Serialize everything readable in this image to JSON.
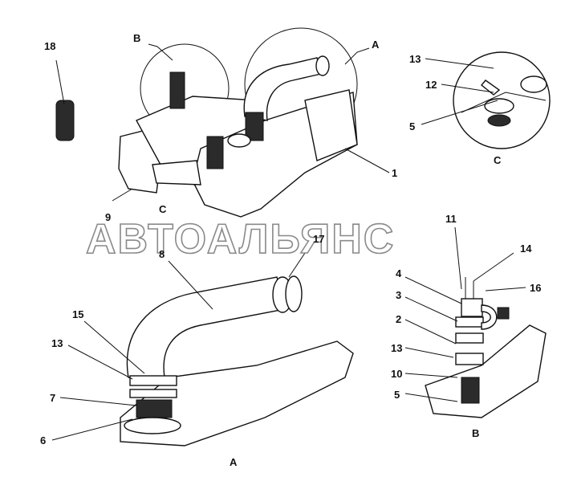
{
  "watermark": "АВТОАЛЬЯНС",
  "callouts": {
    "top_view": [
      "18",
      "9",
      "1"
    ],
    "view_c": [
      "13",
      "12",
      "5"
    ],
    "view_b": [
      "11",
      "14",
      "4",
      "16",
      "3",
      "2",
      "13",
      "10",
      "5"
    ],
    "view_a": [
      "8",
      "17",
      "15",
      "13",
      "7",
      "6"
    ]
  },
  "view_letters": {
    "b_top": "B",
    "a_top": "A",
    "c_top": "C",
    "c_label": "C",
    "b_label": "B",
    "a_label": "A"
  }
}
